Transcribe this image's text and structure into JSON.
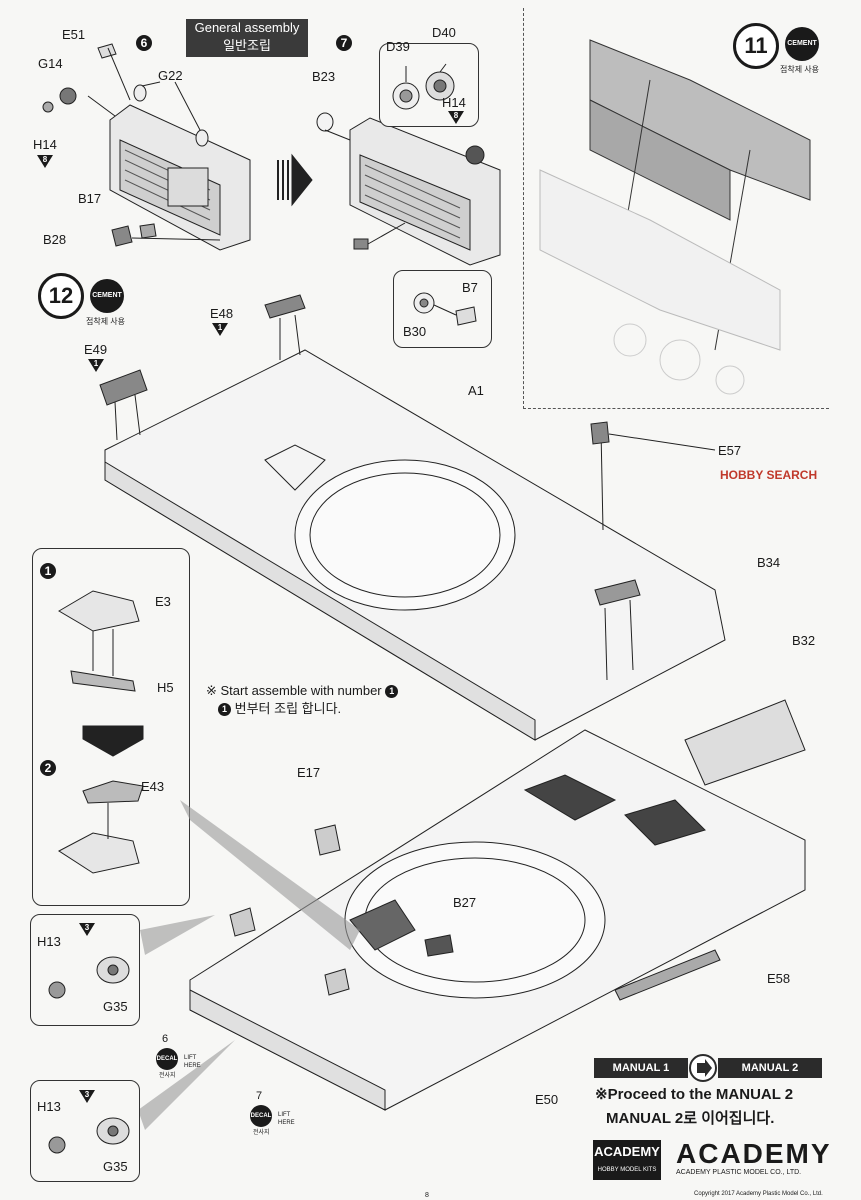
{
  "section_title": {
    "line1": "General assembly",
    "line2": "일반조립"
  },
  "steps": {
    "s6": "6",
    "s7": "7",
    "s11": "11",
    "s12": "12"
  },
  "cement": {
    "badge": "CEMENT",
    "caption": "접착제 사용"
  },
  "sub_steps": {
    "one": "1",
    "two": "2"
  },
  "parts": {
    "E51": "E51",
    "G14": "G14",
    "H14": "H14",
    "G22": "G22",
    "B17": "B17",
    "B28": "B28",
    "D39": "D39",
    "D40": "D40",
    "B23": "B23",
    "B7": "B7",
    "B30": "B30",
    "E48": "E48",
    "E49": "E49",
    "A1": "A1",
    "E57": "E57",
    "B34": "B34",
    "B32": "B32",
    "E3": "E3",
    "H5": "H5",
    "E43": "E43",
    "E17": "E17",
    "B27": "B27",
    "E58": "E58",
    "E50": "E50",
    "H13": "H13",
    "G35": "G35"
  },
  "quantity_marks": {
    "h14_count": "8",
    "e48_count": "1",
    "e49_count": "1",
    "h13_count": "3"
  },
  "notes": {
    "start_en": "※ Start assemble with number ",
    "start_num": "1",
    "start_ko": "번부터 조립 합니다."
  },
  "decals": {
    "d6_num": "6",
    "d7_num": "7",
    "badge": "DECAL",
    "sub": "전사지",
    "lift_line1": "LIFT",
    "lift_line2": "HERE"
  },
  "manual": {
    "m1": "MANUAL 1",
    "m2": "MANUAL 2",
    "proceed_en": "※Proceed to the MANUAL 2",
    "proceed_ko": "MANUAL 2로 이어집니다."
  },
  "brand": {
    "logo_box": "ACADEMY",
    "logo_box_sub": "HOBBY MODEL KITS",
    "wordmark": "ACADEMY",
    "wordmark_sub": "ACADEMY PLASTIC MODEL CO., LTD.",
    "copyright": "Copyright 2017 Academy Plastic Model Co., Ltd.",
    "watermark": "HOBBY SEARCH"
  },
  "page_number": "8"
}
